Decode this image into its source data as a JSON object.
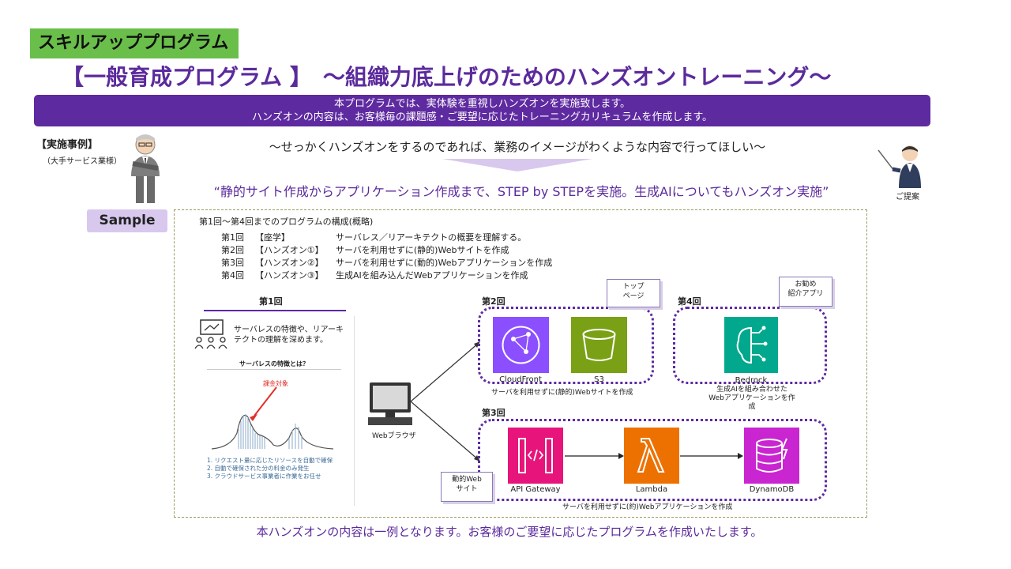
{
  "header": {
    "tag": "スキルアッププログラム",
    "title": "【一般育成プログラム 】　～組織力底上げのためのハンズオントレーニング～",
    "banner_line1": "本プログラムでは、実体験を重視しハンズオンを実施致します。",
    "banner_line2": "ハンズオンの内容は、お客様毎の課題感・ご要望に応じたトレーニングカリキュラムを作成します。"
  },
  "case": {
    "label": "【実施事例】",
    "sub": "（大手サービス業様）",
    "quote1": "～せっかくハンズオンをするのであれば、業務のイメージがわくような内容で行ってほしい～",
    "quote2": "“静的サイト作成からアプリケーション作成まで、STEP by STEPを実施。生成AIについてもハンズオン実施”",
    "proposal": "ご提案"
  },
  "sample": {
    "label": "Sample",
    "program_title": "第1回～第4回までのプログラムの構成(概略)",
    "rows": [
      {
        "num": "第1回",
        "type": "【座学】",
        "desc": "サーバレス／リアーキテクトの概要を理解する。"
      },
      {
        "num": "第2回",
        "type": "【ハンズオン①】",
        "desc": "サーバを利用せずに(静的)Webサイトを作成"
      },
      {
        "num": "第3回",
        "type": "【ハンズオン②】",
        "desc": "サーバを利用せずに(動的)Webアプリケーションを作成"
      },
      {
        "num": "第4回",
        "type": "【ハンズオン③】",
        "desc": "生成AIを組み込んだWebアプリケーションを作成"
      }
    ]
  },
  "session1": {
    "title": "第1回",
    "desc_line1": "サーバレスの特徴や、リアーキ",
    "desc_line2": "テクトの理解を深めます。",
    "chart_title": "サーバレスの特徴とは？",
    "annotation": "課金対象",
    "points": [
      "1.  リクエスト量に応じたリソースを自動で確保",
      "2.  自動で確保された分の料金のみ発生",
      "3.  クラウドサービス事業者に作業をお任せ"
    ]
  },
  "diagram": {
    "browser": "Webブラウザ",
    "s2_title": "第2回",
    "s2_note_line1": "トップ",
    "s2_note_line2": "ページ",
    "cloudfront": "CloudFront",
    "s3": "S3",
    "s2_caption": "サーバを利用せずに(静的)Webサイトを作成",
    "s4_title": "第4回",
    "s4_note_line1": "お勧め",
    "s4_note_line2": "紹介アプリ",
    "bedrock": "Bedrock",
    "s4_caption_line1": "生成AIを組み合わせた",
    "s4_caption_line2": "Webアプリケーションを作成",
    "s3_title": "第3回",
    "s3_note_line1": "動的Web",
    "s3_note_line2": "サイト",
    "apigw": "API Gateway",
    "lambda": "Lambda",
    "dynamodb": "DynamoDB",
    "s3_caption": "サーバを利用せずに(約)Webアプリケーションを作成"
  },
  "footer": "本ハンズオンの内容は一例となります。お客様のご要望に応じたプログラムを作成いたします。",
  "colors": {
    "purple": "#5e2aa0",
    "green": "#6abf4b",
    "lavender": "#d8c8ee",
    "cloudfront": "#8c4fff",
    "s3": "#7aa116",
    "bedrock": "#01a88d",
    "apigw": "#e7157b",
    "lambda": "#ed7100",
    "dynamodb": "#c925d1"
  }
}
